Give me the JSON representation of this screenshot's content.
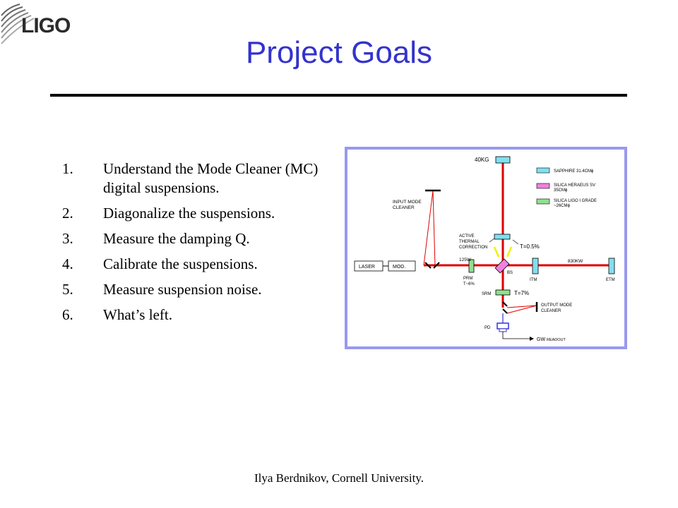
{
  "slide": {
    "logo_text": "LIGO",
    "title": "Project Goals",
    "goals": [
      {
        "num": "1.",
        "text": "Understand the Mode Cleaner (MC) digital suspensions."
      },
      {
        "num": "2.",
        "text": "Diagonalize the suspensions."
      },
      {
        "num": "3.",
        "text": "Measure the damping Q."
      },
      {
        "num": "4.",
        "text": "Calibrate the suspensions."
      },
      {
        "num": "5.",
        "text": "Measure suspension noise."
      },
      {
        "num": "6.",
        "text": "What’s left."
      }
    ],
    "footer": "Ilya Berdnikov, Cornell University."
  },
  "diagram": {
    "labels": {
      "kg40": "40KG",
      "input_mc_1": "INPUT MODE",
      "input_mc_2": "CLEANER",
      "atc_1": "ACTIVE",
      "atc_2": "THERMAL",
      "atc_3": "CORRECTION",
      "t_05": "T=0.5%",
      "laser": "LASER",
      "mod": "MOD.",
      "w125": "125W",
      "prm": "PRM",
      "prm_t": "T~6%",
      "bs": "BS",
      "itm": "ITM",
      "kw830": "830KW",
      "etm": "ETM",
      "srm": "SRM",
      "t_7": "T=7%",
      "omc_1": "OUTPUT  MODE",
      "omc_2": "CLEANER",
      "pd": "PD",
      "gw": "GW",
      "readout": "READOUT"
    },
    "legend": [
      {
        "line1": "SAPPHIRE  31.4CMϕ",
        "line2": "",
        "color": "#80e0f0"
      },
      {
        "line1": "SILICA  HERAEUS  SV",
        "line2": "35CMϕ",
        "color": "#f080e0"
      },
      {
        "line1": "SILICA  LIGO  I  GRADE",
        "line2": "~26CMϕ",
        "color": "#90e090"
      }
    ],
    "colors": {
      "frame": "#9999ee",
      "beam": "#dd0000",
      "sapphire": "#80e0f0",
      "silica_heraeus": "#f080e0",
      "silica_ligo": "#90e090",
      "thermal_arrows": "#f0f000",
      "pd": "#3333dd"
    }
  }
}
